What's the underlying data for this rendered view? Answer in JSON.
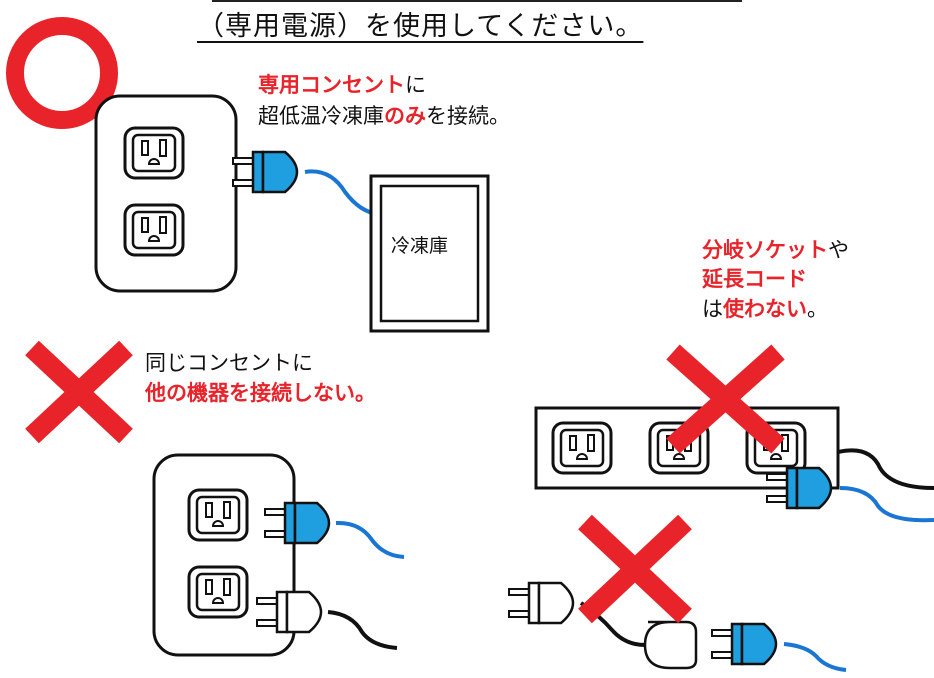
{
  "header": {
    "text": "（専用電源）を使用してください。"
  },
  "ok_panel": {
    "mark": "circle",
    "line1_red": "専用コンセント",
    "line1_rest": "に",
    "line2_pre": "超低温冷凍庫",
    "line2_red": "のみ",
    "line2_post": "を接続。",
    "appliance_label": "冷凍庫"
  },
  "ng_same_outlet": {
    "mark": "cross",
    "line1": "同じコンセントに",
    "line2_red": "他の機器を接続しない。"
  },
  "ng_power_strip": {
    "mark": "cross",
    "line1_red": "分岐ソケット",
    "line1_rest": "や",
    "line2_red": "延長コード",
    "line3_pre": "は",
    "line3_red": "使わない",
    "line3_post": "。"
  },
  "colors": {
    "accent_red": "#e8232a",
    "plug_blue": "#1f9ee0",
    "cable_blue": "#1976d2",
    "outline": "#111111"
  }
}
